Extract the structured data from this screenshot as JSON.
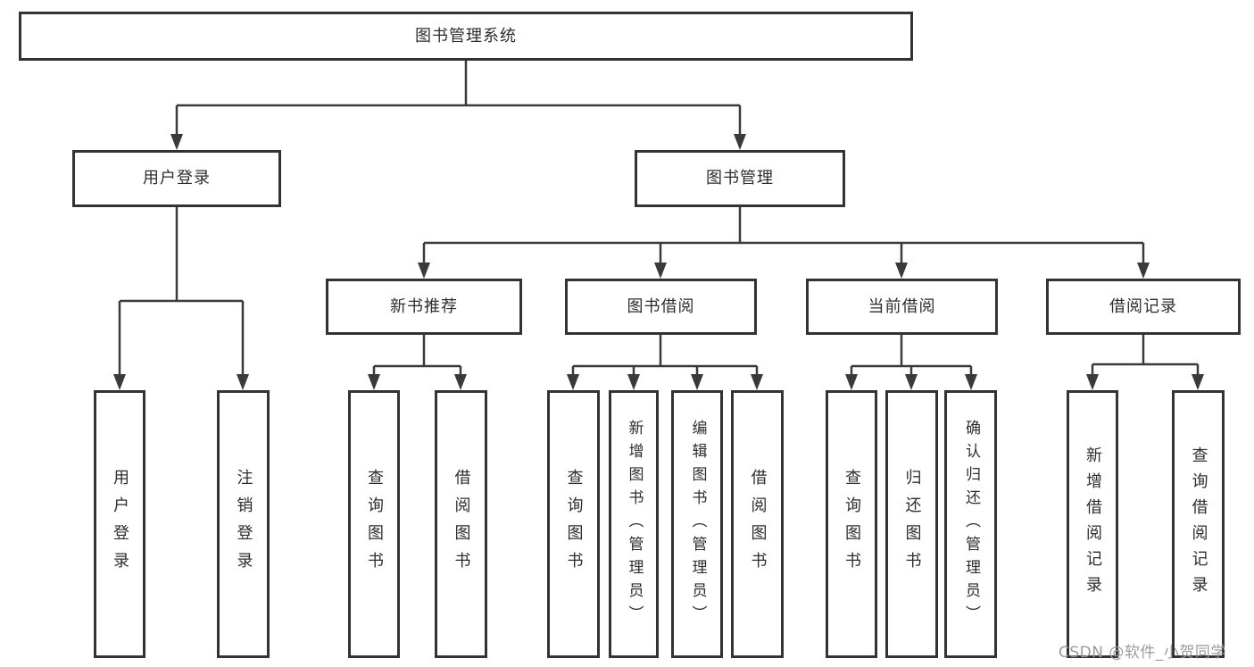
{
  "diagram_title": "图书管理系统",
  "nodes": {
    "root": {
      "label": "图书管理系统"
    },
    "user_login": {
      "label": "用户登录"
    },
    "book_mgmt": {
      "label": "图书管理"
    },
    "new_books": {
      "label": "新书推荐"
    },
    "book_borrow": {
      "label": "图书借阅"
    },
    "current_borrow": {
      "label": "当前借阅"
    },
    "borrow_records": {
      "label": "借阅记录"
    },
    "leaf_user_login": {
      "label": "用户登录"
    },
    "leaf_logout": {
      "label": "注销登录"
    },
    "leaf_nb_query": {
      "label": "查询图书"
    },
    "leaf_nb_borrow": {
      "label": "借阅图书"
    },
    "leaf_bb_query": {
      "label": "查询图书"
    },
    "leaf_bb_add": {
      "label": "新增图书（管理员）"
    },
    "leaf_bb_edit": {
      "label": "编辑图书（管理员）"
    },
    "leaf_bb_borrow": {
      "label": "借阅图书"
    },
    "leaf_cb_query": {
      "label": "查询图书"
    },
    "leaf_cb_return": {
      "label": "归还图书"
    },
    "leaf_cb_confirm": {
      "label": "确认归还（管理员）"
    },
    "leaf_br_add": {
      "label": "新增借阅记录"
    },
    "leaf_br_query": {
      "label": "查询借阅记录"
    }
  },
  "hierarchy": {
    "root": "图书管理系统",
    "children": [
      {
        "label": "用户登录",
        "children": [
          "用户登录",
          "注销登录"
        ]
      },
      {
        "label": "图书管理",
        "children": [
          {
            "label": "新书推荐",
            "children": [
              "查询图书",
              "借阅图书"
            ]
          },
          {
            "label": "图书借阅",
            "children": [
              "查询图书",
              "新增图书（管理员）",
              "编辑图书（管理员）",
              "借阅图书"
            ]
          },
          {
            "label": "当前借阅",
            "children": [
              "查询图书",
              "归还图书",
              "确认归还（管理员）"
            ]
          },
          {
            "label": "借阅记录",
            "children": [
              "新增借阅记录",
              "查询借阅记录"
            ]
          }
        ]
      }
    ]
  },
  "watermark": {
    "text": "CSDN @软件_小贺同学"
  },
  "colors": {
    "line": "#3a3a3a",
    "border": "#333333",
    "text": "#2d2d2d",
    "watermark": "#9b9b9b",
    "background": "#ffffff"
  }
}
